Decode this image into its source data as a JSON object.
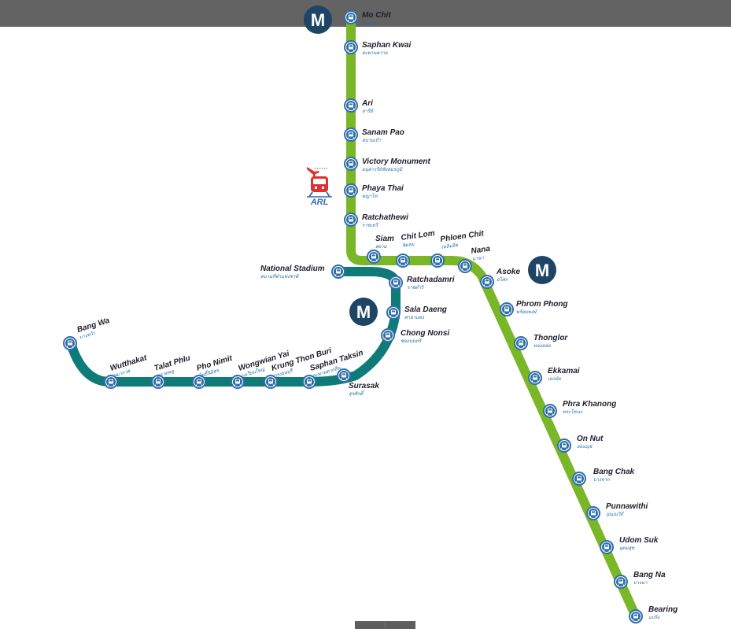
{
  "lines": {
    "sukhumvit": {
      "color": "#7ab728"
    },
    "silom": {
      "color": "#0f7b78"
    }
  },
  "icons": {
    "mrt_label": "M",
    "mrt_color": "#1f4566",
    "arl_label": "ARL",
    "arl_color": "#2f6fb4",
    "arl_accent": "#e03131"
  },
  "stations": [
    {
      "name": "Mo Chit",
      "thai": "หมอชิต",
      "line": "sukhumvit"
    },
    {
      "name": "Saphan Kwai",
      "thai": "สะพานควาย",
      "line": "sukhumvit"
    },
    {
      "name": "Ari",
      "thai": "อารีย์",
      "line": "sukhumvit"
    },
    {
      "name": "Sanam Pao",
      "thai": "สนามเป้า",
      "line": "sukhumvit"
    },
    {
      "name": "Victory Monument",
      "thai": "อนุสาวรีย์ชัยสมรภูมิ",
      "line": "sukhumvit"
    },
    {
      "name": "Phaya Thai",
      "thai": "พญาไท",
      "line": "sukhumvit"
    },
    {
      "name": "Ratchathewi",
      "thai": "ราชเทวี",
      "line": "sukhumvit"
    },
    {
      "name": "Siam",
      "thai": "สยาม",
      "line": "sukhumvit"
    },
    {
      "name": "Chit Lom",
      "thai": "ชิดลม",
      "line": "sukhumvit"
    },
    {
      "name": "Phloen Chit",
      "thai": "เพลินจิต",
      "line": "sukhumvit"
    },
    {
      "name": "Nana",
      "thai": "นานา",
      "line": "sukhumvit"
    },
    {
      "name": "Asoke",
      "thai": "อโศก",
      "line": "sukhumvit"
    },
    {
      "name": "Phrom Phong",
      "thai": "พร้อมพงษ์",
      "line": "sukhumvit"
    },
    {
      "name": "Thonglor",
      "thai": "ทองหล่อ",
      "line": "sukhumvit"
    },
    {
      "name": "Ekkamai",
      "thai": "เอกมัย",
      "line": "sukhumvit"
    },
    {
      "name": "Phra Khanong",
      "thai": "พระโขนง",
      "line": "sukhumvit"
    },
    {
      "name": "On Nut",
      "thai": "อ่อนนุช",
      "line": "sukhumvit"
    },
    {
      "name": "Bang Chak",
      "thai": "บางจาก",
      "line": "sukhumvit"
    },
    {
      "name": "Punnawithi",
      "thai": "ปุณณวิถี",
      "line": "sukhumvit"
    },
    {
      "name": "Udom Suk",
      "thai": "อุดมสุข",
      "line": "sukhumvit"
    },
    {
      "name": "Bang Na",
      "thai": "บางนา",
      "line": "sukhumvit"
    },
    {
      "name": "Bearing",
      "thai": "แบริ่ง",
      "line": "sukhumvit"
    },
    {
      "name": "National Stadium",
      "thai": "สนามกีฬาแห่งชาติ",
      "line": "silom"
    },
    {
      "name": "Ratchadamri",
      "thai": "ราชดำริ",
      "line": "silom"
    },
    {
      "name": "Sala Daeng",
      "thai": "ศาลาแดง",
      "line": "silom"
    },
    {
      "name": "Chong Nonsi",
      "thai": "ช่องนนทรี",
      "line": "silom"
    },
    {
      "name": "Surasak",
      "thai": "สุรศักดิ์",
      "line": "silom"
    },
    {
      "name": "Saphan Taksin",
      "thai": "สะพานตากสิน",
      "line": "silom"
    },
    {
      "name": "Krung Thon Buri",
      "thai": "กรุงธนบุรี",
      "line": "silom"
    },
    {
      "name": "Wongwian Yai",
      "thai": "วงเวียนใหญ่",
      "line": "silom"
    },
    {
      "name": "Pho Nimit",
      "thai": "โพธิ์นิมิตร",
      "line": "silom"
    },
    {
      "name": "Talat Phlu",
      "thai": "ตลาดพลู",
      "line": "silom"
    },
    {
      "name": "Wutthakat",
      "thai": "วุฒากาศ",
      "line": "silom"
    },
    {
      "name": "Bang Wa",
      "thai": "บางหว้า",
      "line": "silom"
    }
  ]
}
